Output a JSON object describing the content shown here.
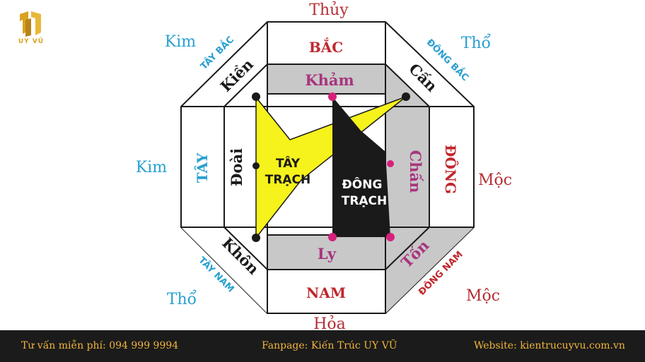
{
  "brand": {
    "logo_text": "UY VŨ"
  },
  "colors": {
    "element": "#b52e35",
    "direction_red": "#c0272d",
    "direction_blue": "#2aa0d0",
    "trigram_pink": "#a8357e",
    "gray": "#c8c8c8",
    "yellow": "#f6f21c",
    "black": "#1a1a1a",
    "dot_pink": "#d6217a"
  },
  "elements": {
    "north": "Thủy",
    "northeast": "Thổ",
    "east": "Mộc",
    "southeast": "Mộc",
    "south": "Hỏa",
    "southwest": "Thổ",
    "west": "Kim",
    "northwest": "Kim"
  },
  "directions": {
    "north": "BẮC",
    "south": "NAM",
    "east": "ĐÔNG",
    "west": "TÂY",
    "northeast": "ĐÔNG BẮC",
    "northwest": "TÂY BẮC",
    "southeast": "ĐÔNG NAM",
    "southwest": "TÂY NAM"
  },
  "trigrams": {
    "north": "Khảm",
    "south": "Ly",
    "east": "Chấn",
    "west": "Đoài",
    "northeast": "Cấn",
    "northwest": "Kiền",
    "southeast": "Tốn",
    "southwest": "Khôn"
  },
  "zones": {
    "west_group_line1": "TÂY",
    "west_group_line2": "TRẠCH",
    "east_group_line1": "ĐÔNG",
    "east_group_line2": "TRẠCH"
  },
  "footer": {
    "consult": "Tư vấn miễn phí:  094 999 9994",
    "fanpage": "Fanpage: Kiến Trúc UY VŨ",
    "website": "Website: kientrucuyvu.com.vn"
  }
}
